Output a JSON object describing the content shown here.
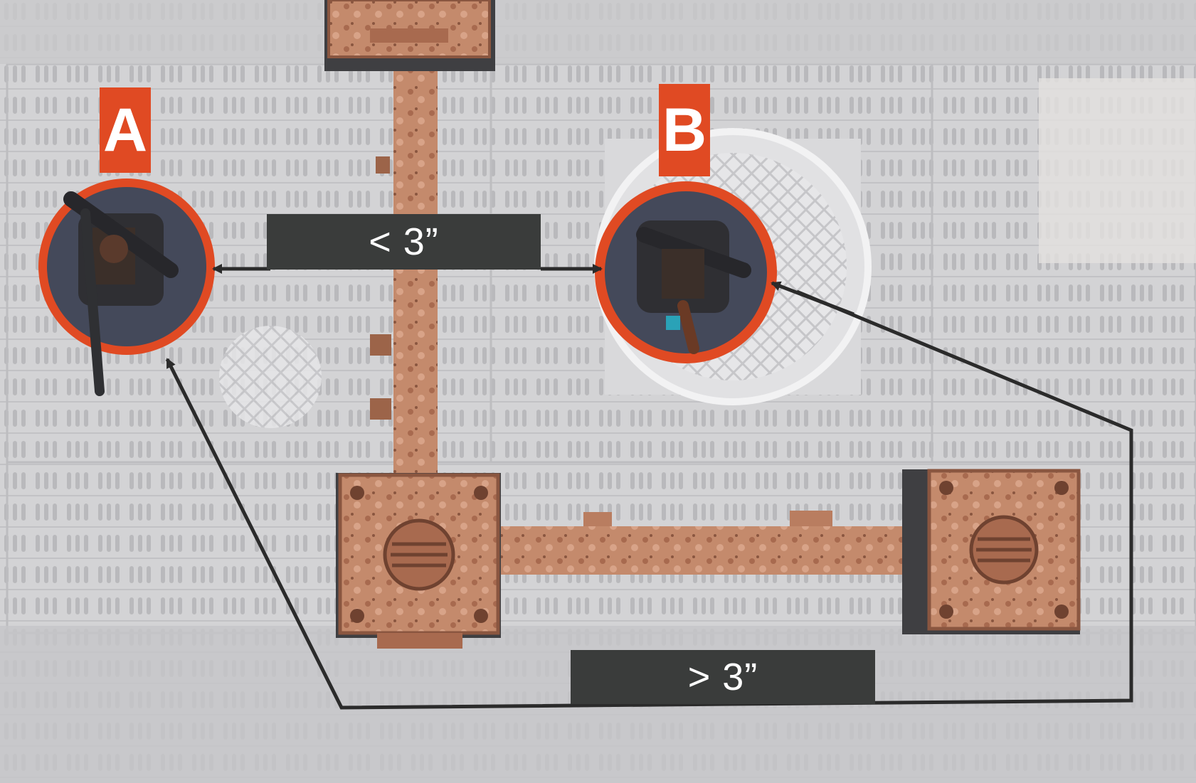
{
  "scene": {
    "accent_color": "#e04a23",
    "banner_color": "#3a3c3b",
    "floor_color": "#cfcfd1",
    "pipe_color": "#c48a6c",
    "base_color": "#44495a"
  },
  "models": {
    "a": {
      "label": "A",
      "icon": "miniature-rifle-icon"
    },
    "b": {
      "label": "B",
      "icon": "miniature-rifle-icon"
    }
  },
  "measurements": {
    "near": {
      "text": "< 3”"
    },
    "far": {
      "text": "> 3”"
    }
  }
}
